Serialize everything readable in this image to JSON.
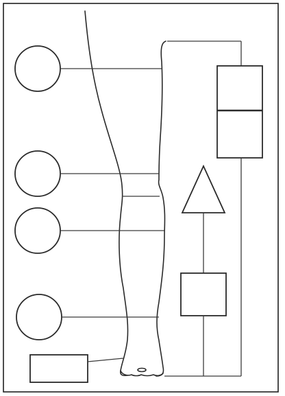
{
  "figure": {
    "description_text": "",
    "leg_outline": "leg-outline",
    "components": {
      "circles": [
        "circle-1",
        "circle-2",
        "circle-3",
        "circle-4"
      ],
      "top_box": "stacked-box",
      "triangle": "triangle",
      "middle_box": "middle-box",
      "bottom_box": "bottom-left-box"
    }
  }
}
